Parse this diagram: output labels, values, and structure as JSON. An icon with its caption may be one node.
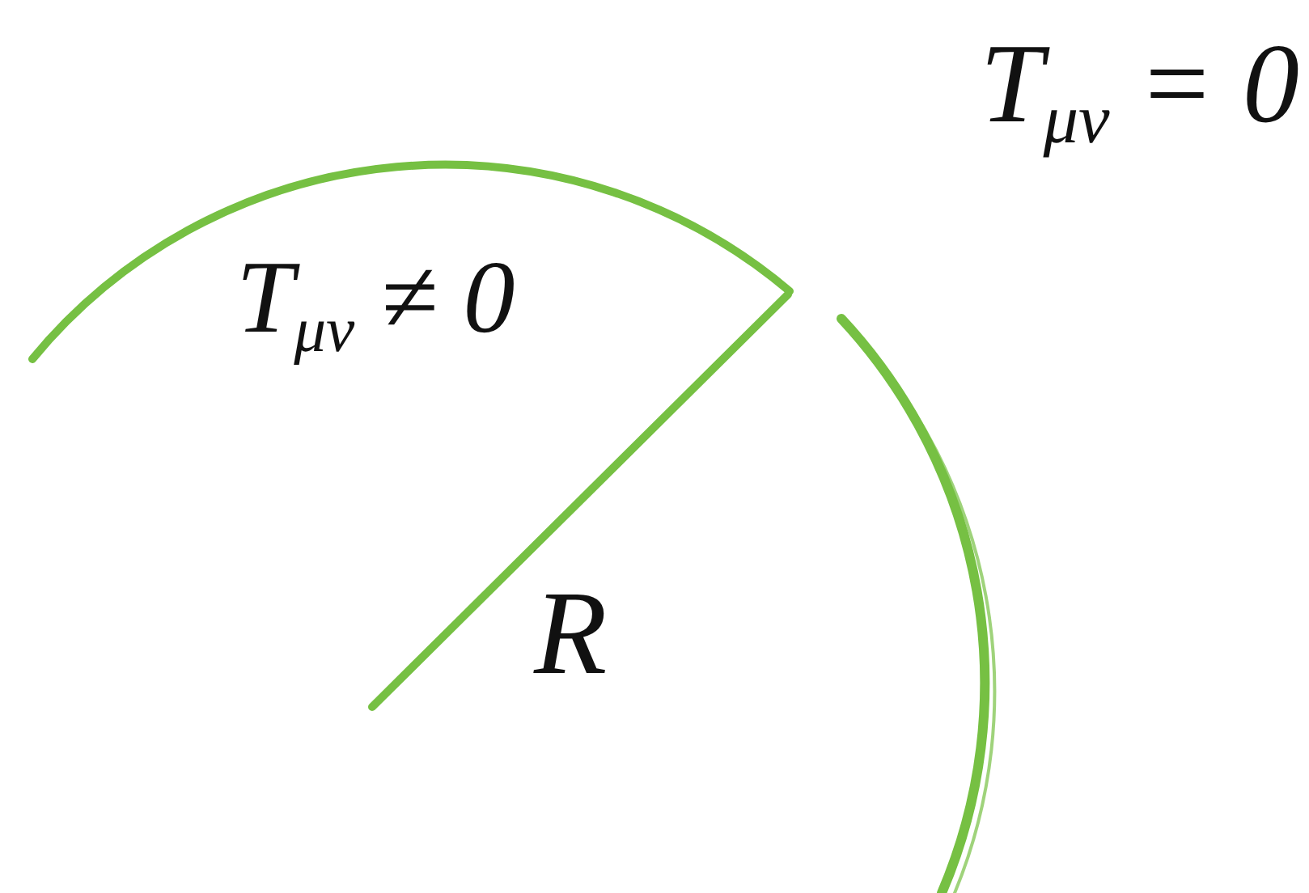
{
  "diagram": {
    "labels": [
      "T$_{μν}$ = 0",
      "T$_{μν}$ ≠ 0",
      "R"
    ]
  }
}
